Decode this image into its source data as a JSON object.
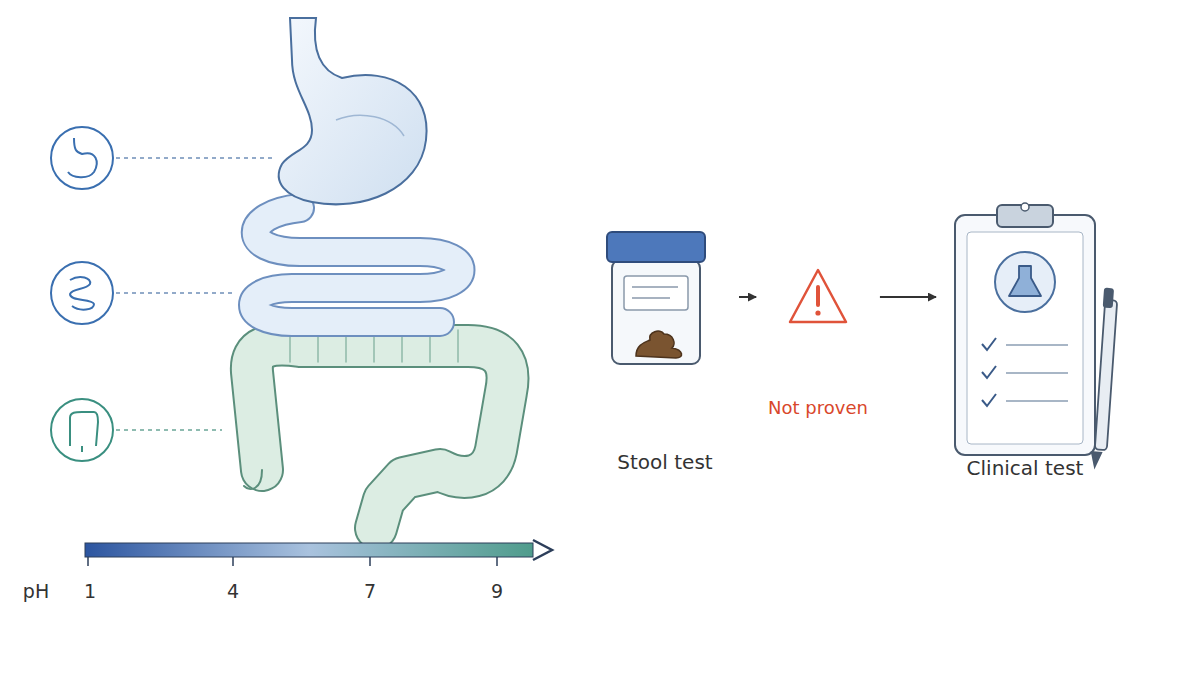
{
  "diagram": {
    "nodes": [
      {
        "text": [
          "Stool test"
        ]
      },
      {
        "text": [
          "Not proven"
        ]
      },
      {
        "text": [
          "Clinical test"
        ]
      }
    ],
    "edges": [
      {
        "from": 0,
        "to": 1,
        "arrow": "to"
      },
      {
        "from": 1,
        "to": 2,
        "arrow": "to"
      }
    ],
    "labels": [
      "pH",
      "1",
      "4",
      "7",
      "9"
    ]
  }
}
